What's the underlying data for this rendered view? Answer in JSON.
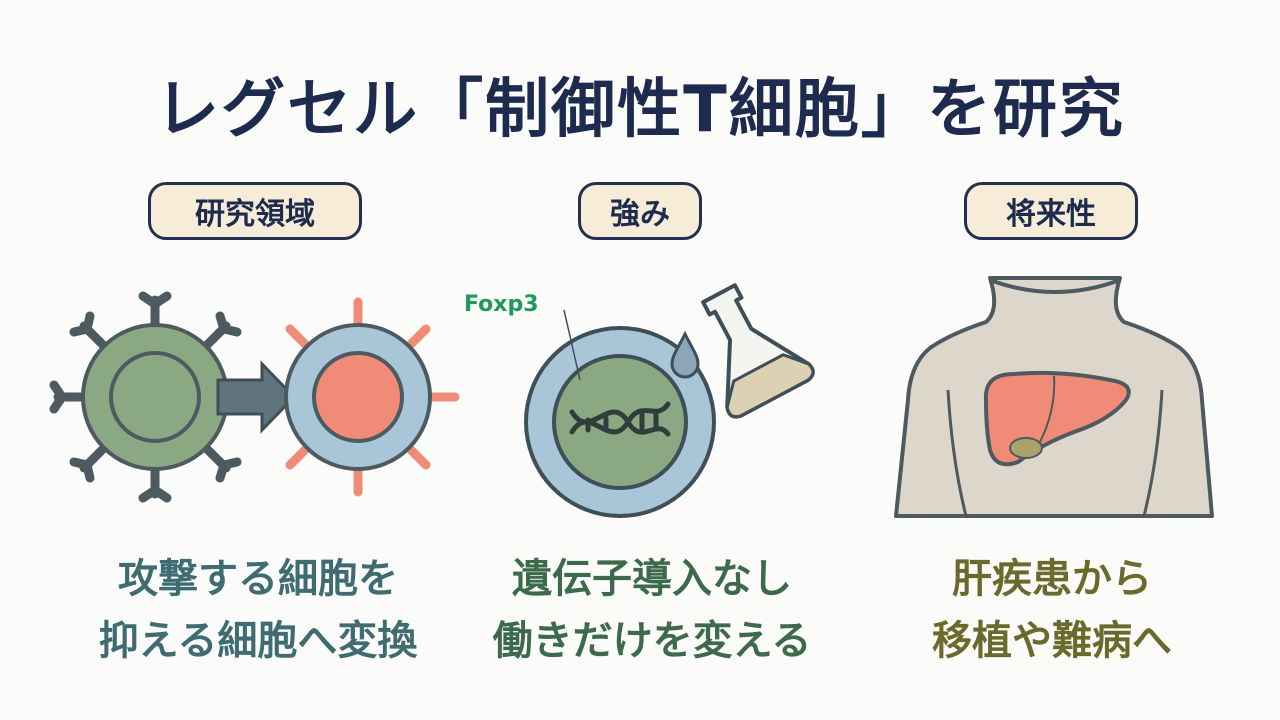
{
  "title": "レグセル「制御性T細胞」を研究",
  "sections": [
    {
      "label": "研究領域",
      "caption": [
        "攻撃する細胞を",
        "抑える細胞へ変換"
      ]
    },
    {
      "label": "強み",
      "caption": [
        "遺伝子導入なし",
        "働きだけを変える"
      ]
    },
    {
      "label": "将来性",
      "caption": [
        "肝疾患から",
        "移植や難病へ"
      ]
    }
  ],
  "annotation": {
    "gene_label": "Foxp3"
  },
  "colors": {
    "title": "#1d2b4f",
    "caption_1": "#3f6b73",
    "caption_2": "#3d6a4a",
    "caption_3": "#6a6a2c",
    "pill_fill": "#f7ecd7",
    "foxp3": "#1e9a5b"
  }
}
